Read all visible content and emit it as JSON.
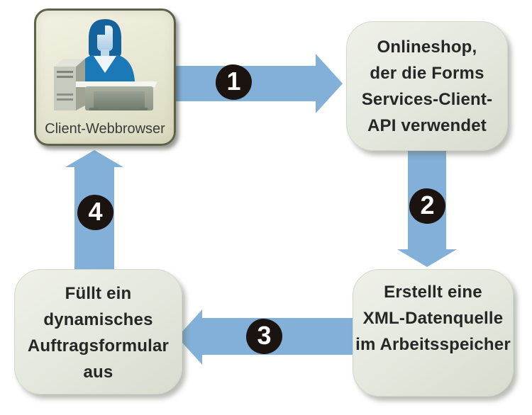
{
  "nodes": {
    "client": {
      "label": "Client-Webbrowser",
      "icon": "person-at-computer"
    },
    "onlineshop": {
      "text": "Onlineshop,\nder die Forms\nServices-Client-\nAPI verwendet"
    },
    "xml_datasource": {
      "text": "Erstellt eine\nXML-Datenquelle\nim Arbeitsspeicher"
    },
    "order_form": {
      "text": "Füllt ein\ndynamisches\nAuftragsformular\naus"
    }
  },
  "arrows": [
    {
      "number": "1",
      "from": "client",
      "to": "onlineshop",
      "direction": "right"
    },
    {
      "number": "2",
      "from": "onlineshop",
      "to": "xml_datasource",
      "direction": "down"
    },
    {
      "number": "3",
      "from": "xml_datasource",
      "to": "order_form",
      "direction": "left"
    },
    {
      "number": "4",
      "from": "order_form",
      "to": "client",
      "direction": "up"
    }
  ],
  "colors": {
    "page_background": "#ffffff",
    "arrow_fill": "#83b0d8",
    "badge_background": "#1b130f",
    "badge_text": "#ffffff",
    "process_box_background": "#e4e7dc",
    "client_box_background": "#e8e7d3",
    "client_box_border": "#5e614a",
    "text": "#262626",
    "person_blue": "#1a79b6"
  }
}
